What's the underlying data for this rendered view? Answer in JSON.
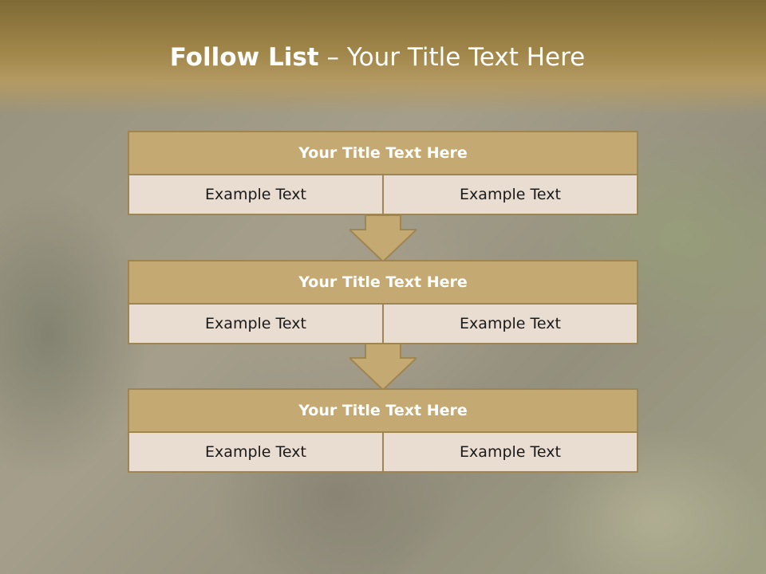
{
  "slide": {
    "title_strong": "Follow List",
    "title_rest": " – Your Title Text Here"
  },
  "blocks": [
    {
      "title": "Your Title Text Here",
      "left": "Example Text",
      "right": "Example Text"
    },
    {
      "title": "Your Title Text Here",
      "left": "Example Text",
      "right": "Example Text"
    },
    {
      "title": "Your Title Text Here",
      "left": "Example Text",
      "right": "Example Text"
    }
  ],
  "colors": {
    "header_band": "#a08649",
    "box_title_fill": "#c4a972",
    "box_border": "#9e8552",
    "box_cell_fill": "#e8ddd0",
    "arrow_fill": "#c4a972"
  },
  "icons": [
    "down-arrow-icon",
    "down-arrow-icon"
  ]
}
